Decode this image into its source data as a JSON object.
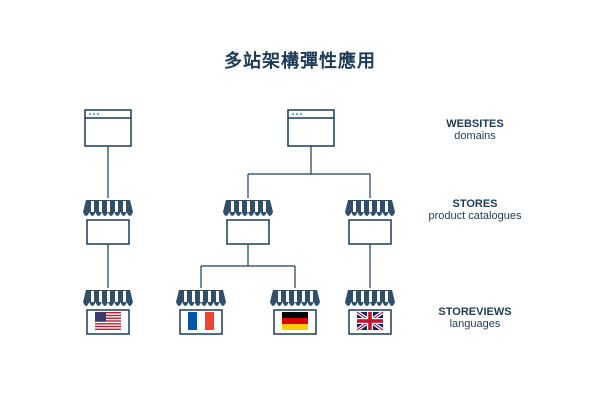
{
  "title": "多站架構彈性應用",
  "levels": {
    "websites": {
      "label": "WEBSITES",
      "sub": "domains"
    },
    "stores": {
      "label": "STORES",
      "sub": "product catalogues"
    },
    "storeviews": {
      "label": "STOREVIEWS",
      "sub": "languages"
    }
  },
  "storeviews": [
    {
      "flag": "us"
    },
    {
      "flag": "fr"
    },
    {
      "flag": "de"
    },
    {
      "flag": "gb"
    }
  ],
  "colors": {
    "line": "#1d3b57",
    "awning": "#2f4f6b",
    "browser_dots": "#6fa8c9"
  }
}
